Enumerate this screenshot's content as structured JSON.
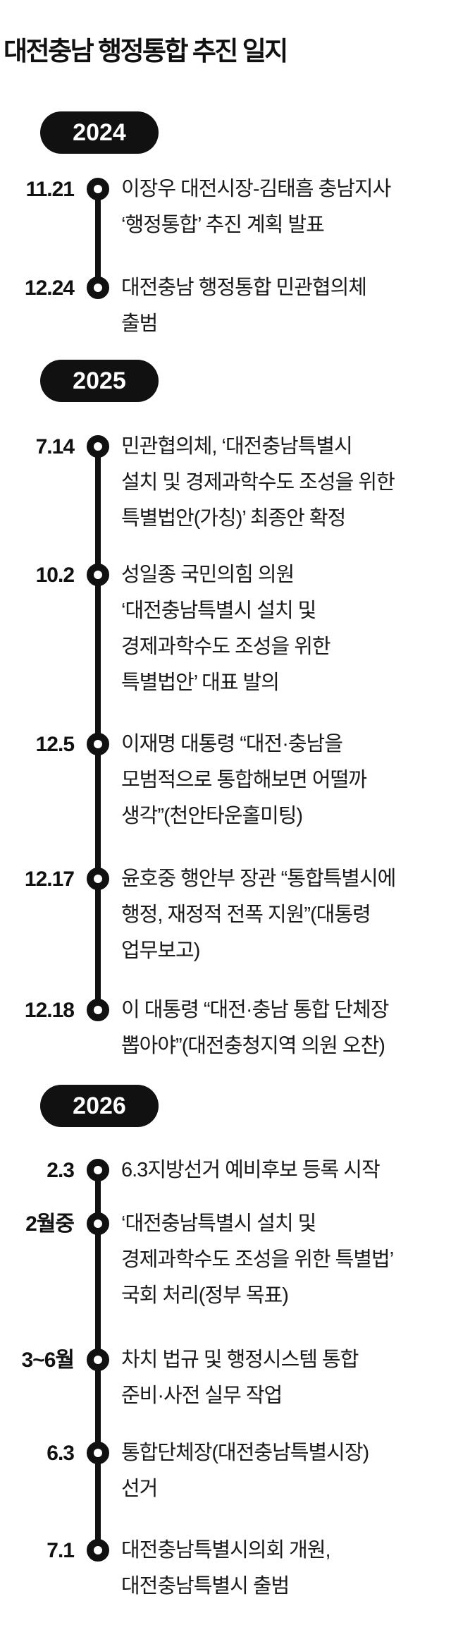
{
  "title": "대전충남 행정통합 추진 일지",
  "colors": {
    "accent": "#111111",
    "body_text": "#1a1a1a",
    "background": "#ffffff",
    "badge_text": "#ffffff"
  },
  "sections": [
    {
      "year": "2024",
      "entries": [
        {
          "date": "11.21",
          "lines": [
            "이장우 대전시장-김태흠 충남지사",
            "‘행정통합’ 추진 계획 발표"
          ]
        },
        {
          "date": "12.24",
          "lines": [
            "대전충남 행정통합 민관협의체",
            "출범"
          ]
        }
      ]
    },
    {
      "year": "2025",
      "entries": [
        {
          "date": "7.14",
          "lines": [
            "민관협의체, ‘대전충남특별시",
            "설치 및 경제과학수도 조성을 위한",
            "특별법안(가칭)’ 최종안 확정"
          ]
        },
        {
          "date": "10.2",
          "lines": [
            "성일종 국민의힘 의원",
            "‘대전충남특별시 설치 및",
            "경제과학수도 조성을 위한",
            "특별법안’ 대표 발의"
          ]
        },
        {
          "date": "12.5",
          "lines": [
            "이재명 대통령 “대전·충남을",
            "모범적으로 통합해보면 어떨까",
            "생각”(천안타운홀미팅)"
          ]
        },
        {
          "date": "12.17",
          "lines": [
            "윤호중 행안부 장관 “통합특별시에",
            "행정, 재정적 전폭 지원”(대통령",
            "업무보고)"
          ]
        },
        {
          "date": "12.18",
          "lines": [
            "이 대통령 “대전·충남 통합 단체장",
            "뽑아야”(대전충청지역 의원 오찬)"
          ]
        }
      ]
    },
    {
      "year": "2026",
      "entries": [
        {
          "date": "2.3",
          "lines": [
            "6.3지방선거 예비후보 등록 시작"
          ]
        },
        {
          "date": "2월중",
          "lines": [
            "‘대전충남특별시 설치 및",
            "경제과학수도 조성을 위한 특별법’",
            "국회 처리(정부 목표)"
          ]
        },
        {
          "date": "3~6월",
          "lines": [
            "차치 법규 및 행정시스템 통합",
            "준비·사전 실무 작업"
          ]
        },
        {
          "date": "6.3",
          "lines": [
            "통합단체장(대전충남특별시장)",
            "선거"
          ]
        },
        {
          "date": "7.1",
          "lines": [
            "대전충남특별시의회 개원,",
            "대전충남특별시 출범"
          ]
        }
      ]
    }
  ]
}
